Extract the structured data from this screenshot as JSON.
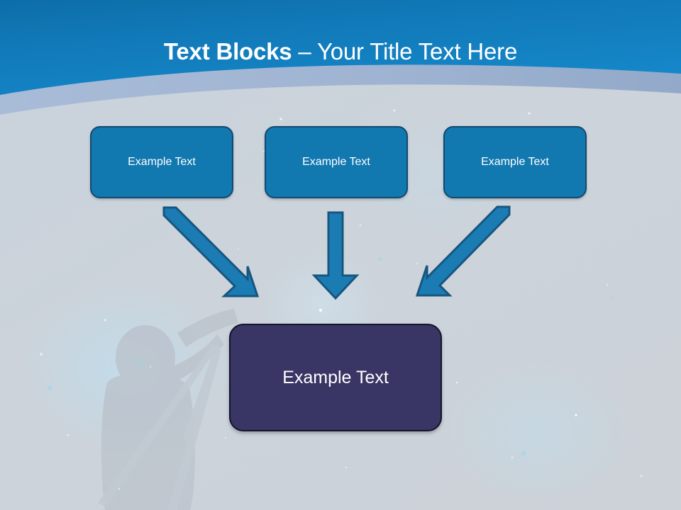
{
  "slide": {
    "title": {
      "bold_part": "Text Blocks",
      "separator": " – ",
      "light_part": "Your Title Text Here",
      "full": "Text Blocks – Your Title Text Here"
    },
    "theme": {
      "header_blue": "#1179b8",
      "header_band_blue": "#9db4d4",
      "body_background": "#ccd3da",
      "box_fill": "#1278b0",
      "box_border": "#13496e",
      "result_fill": "#393565",
      "result_border": "#14142a",
      "arrow_fill": "#1b7cb4",
      "arrow_border": "#16567f",
      "text_color": "#ffffff"
    },
    "background_art": {
      "name": "night-sky-telescope-silhouette",
      "description": "faint silhouette of a person with a telescope on a tripod over a starfield"
    },
    "top_boxes": [
      {
        "label": "Example Text"
      },
      {
        "label": "Example Text"
      },
      {
        "label": "Example Text"
      }
    ],
    "result_box": {
      "label": "Example Text"
    },
    "arrows": [
      {
        "name": "arrow-left-diagonal",
        "direction": "down-right"
      },
      {
        "name": "arrow-middle-vertical",
        "direction": "down"
      },
      {
        "name": "arrow-right-diagonal",
        "direction": "down-left"
      }
    ]
  }
}
